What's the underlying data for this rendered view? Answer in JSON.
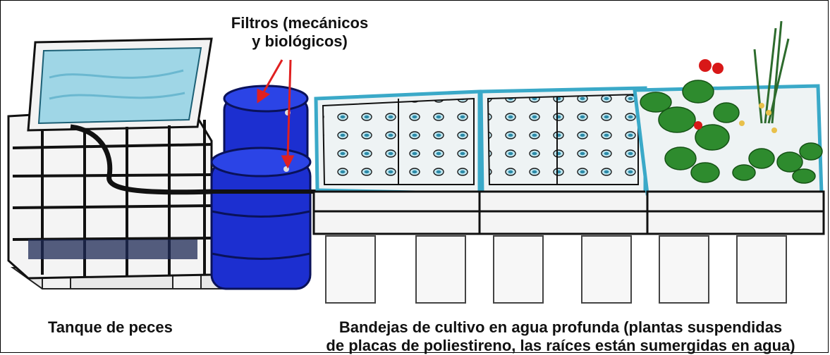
{
  "labels": {
    "filters_line1": "Filtros (mecánicos",
    "filters_line2": "y biológicos)",
    "fish_tank": "Tanque de peces",
    "beds_line1": "Bandejas de cultivo en agua profunda (plantas suspendidas",
    "beds_line2": "de placas de poliestireno, las raíces están sumergidas en agua)"
  },
  "colors": {
    "arrow": "#e02020",
    "barrel": "#1c2fd0",
    "water": "#9fd6e6",
    "tray_rim": "#3aa9c8",
    "plant": "#2e8b2e",
    "tomato": "#d81818"
  }
}
